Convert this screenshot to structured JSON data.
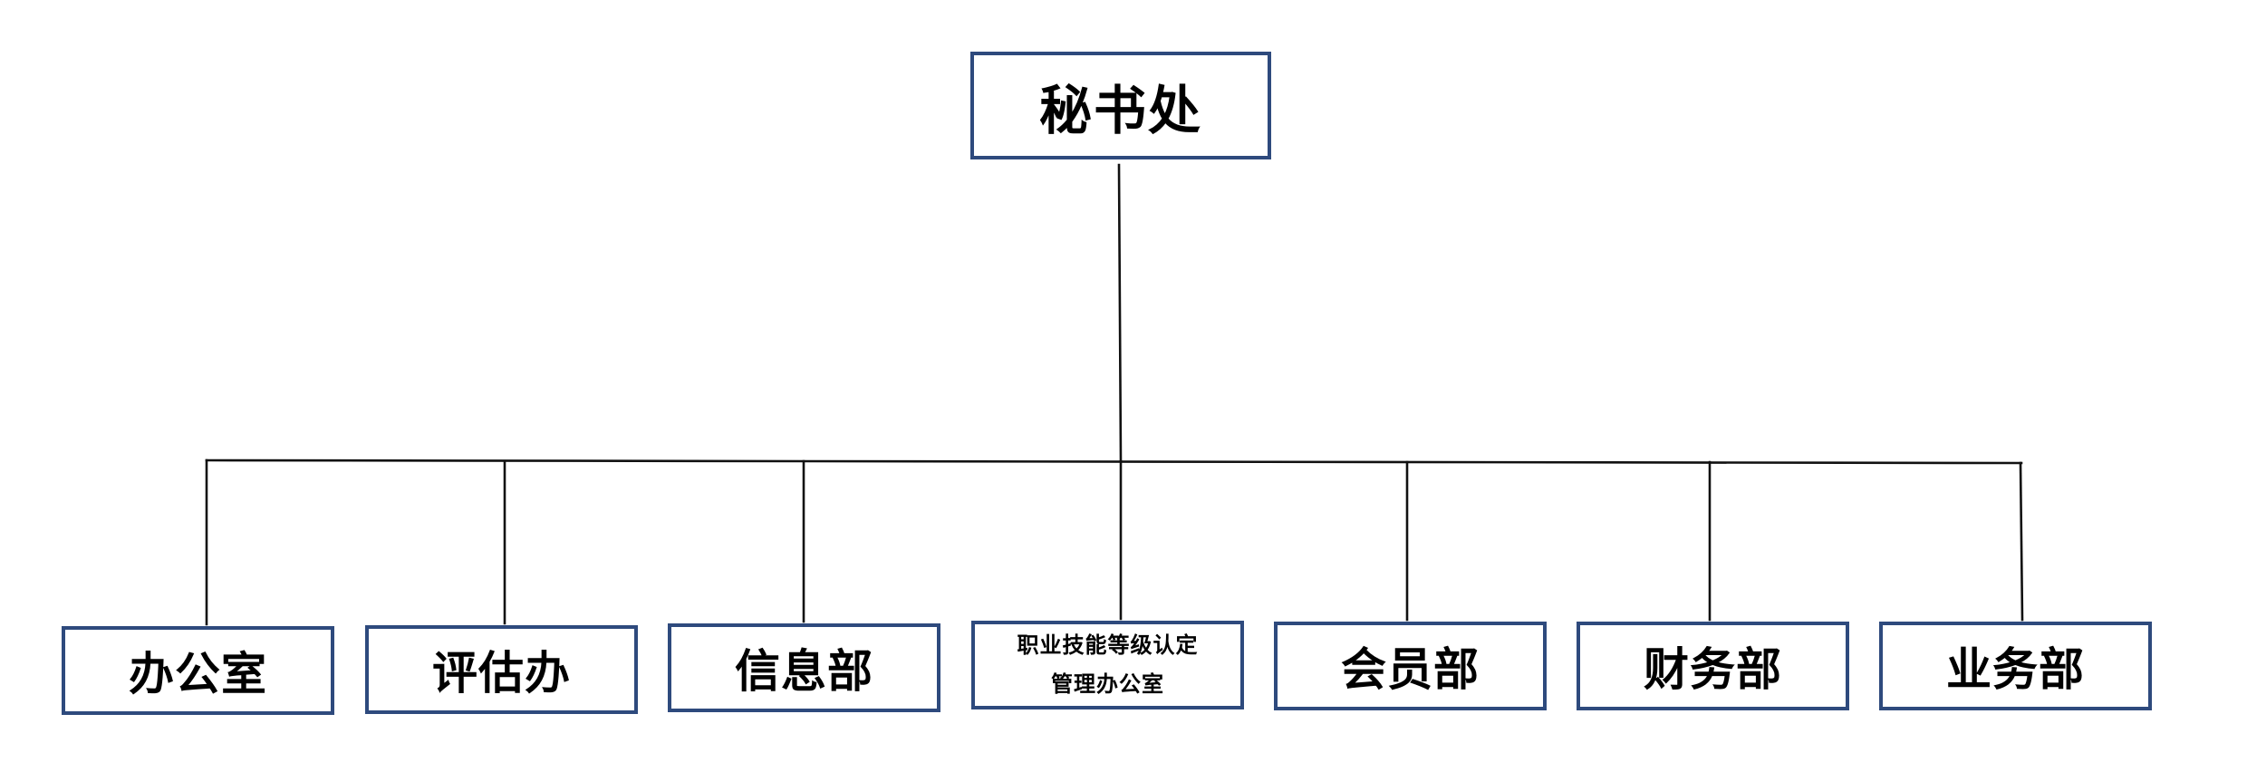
{
  "diagram": {
    "root": {
      "label": "秘书处"
    },
    "units": [
      {
        "label": "办公室"
      },
      {
        "label": "评估办"
      },
      {
        "label": "信息部"
      },
      {
        "lines": [
          "职业技能等级认定",
          "管理办公室"
        ]
      },
      {
        "label": "会员部"
      },
      {
        "label": "财务部"
      },
      {
        "label": "业务部"
      }
    ]
  },
  "colors": {
    "box_border": "#2e4a7d",
    "connector": "#111111",
    "text": "#000000"
  }
}
